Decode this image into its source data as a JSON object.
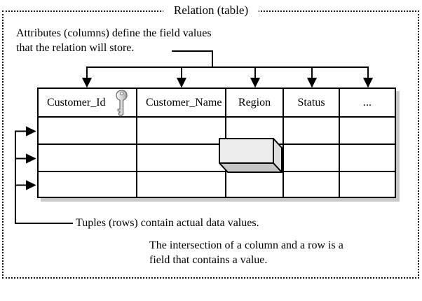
{
  "frame": {
    "title": "Relation (table)"
  },
  "notes": {
    "attributes": {
      "lines": [
        "Attributes (columns) define the field values",
        "that the relation will store."
      ]
    },
    "tuples": {
      "text": "Tuples (rows) contain actual data values."
    },
    "intersection": {
      "lines": [
        "The intersection of a column and a row is a",
        "field that contains a value."
      ]
    }
  },
  "table": {
    "columns": [
      {
        "label": "Customer_Id",
        "has_key_icon": true
      },
      {
        "label": "Customer_Name",
        "has_key_icon": false
      },
      {
        "label": "Region",
        "has_key_icon": false
      },
      {
        "label": "Status",
        "has_key_icon": false
      },
      {
        "label": "...",
        "has_key_icon": false
      }
    ],
    "data_rows": 3,
    "highlighted_field": {
      "column": "Region",
      "row": 2,
      "style": "3d-box"
    }
  },
  "icons": {
    "key": "primary-key-icon"
  },
  "colors": {
    "background": "#ffffff",
    "line": "#000000",
    "table_shadow": "#c9c9c9",
    "box_front": "#ededed",
    "box_side": "#dedede",
    "box_bottom": "#c6c6c6",
    "key_light": "#f4f4f4",
    "key_dark": "#9c9c9c"
  }
}
